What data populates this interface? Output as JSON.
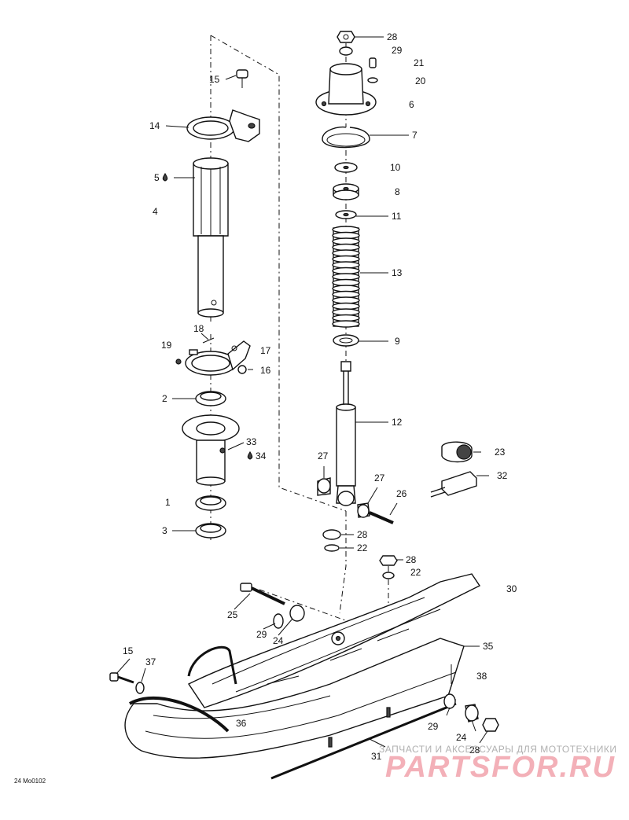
{
  "diagram_code": "24 Mo0102",
  "watermark": {
    "tagline": "ЗАПЧАСТИ И АКСЕССУАРЫ ДЛЯ МОТОТЕХНИКИ",
    "logo": "PARTSFOR.RU"
  },
  "callouts": {
    "c1": "1",
    "c2": "2",
    "c3": "3",
    "c4": "4",
    "c5": "5",
    "c6": "6",
    "c7": "7",
    "c8": "8",
    "c9": "9",
    "c10": "10",
    "c11": "11",
    "c12": "12",
    "c13": "13",
    "c14": "14",
    "c15a": "15",
    "c15b": "15",
    "c16": "16",
    "c17": "17",
    "c18": "18",
    "c19": "19",
    "c20": "20",
    "c21": "21",
    "c22a": "22",
    "c22b": "22",
    "c23": "23",
    "c24a": "24",
    "c24b": "24",
    "c25": "25",
    "c26": "26",
    "c27a": "27",
    "c27b": "27",
    "c28a": "28",
    "c28b": "28",
    "c28c": "28",
    "c28d": "28",
    "c29a": "29",
    "c29b": "29",
    "c29c": "29",
    "c30": "30",
    "c31": "31",
    "c32": "32",
    "c33": "33",
    "c34": "34",
    "c35": "35",
    "c36": "36",
    "c37": "37",
    "c38": "38"
  }
}
